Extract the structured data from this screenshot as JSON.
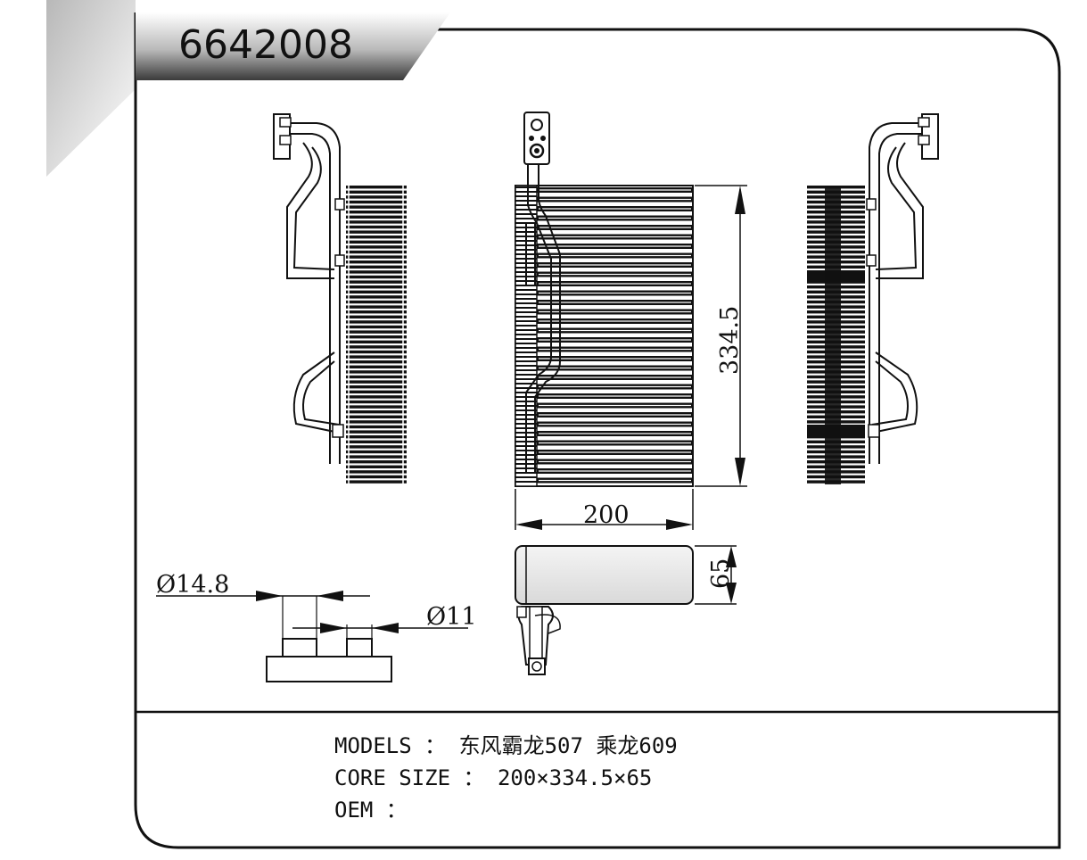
{
  "header": {
    "part_number": "6642008"
  },
  "dimensions": {
    "height": "334.5",
    "width": "200",
    "depth": "65",
    "inlet_diameter": "Ø14.8",
    "outlet_diameter": "Ø11"
  },
  "specs": [
    {
      "label": "MODELS",
      "sep": " ： ",
      "value": "东风霸龙507 乘龙609"
    },
    {
      "label": "CORE SIZE",
      "sep": " ： ",
      "value": "200×334.5×65"
    },
    {
      "label": "OEM",
      "sep": " ：",
      "value": ""
    }
  ]
}
